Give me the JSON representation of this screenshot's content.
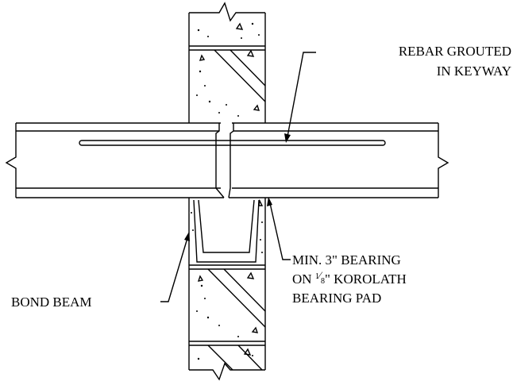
{
  "labels": {
    "rebar_line1": "REBAR GROUTED",
    "rebar_line2": "IN KEYWAY",
    "bearing_line1": "MIN. 3\" BEARING",
    "bearing_line2_pre": "ON ",
    "bearing_frac_num": "1",
    "bearing_frac_den": "8",
    "bearing_line2_post": "\" KOROLATH",
    "bearing_line3": "BEARING PAD",
    "bond_beam": "BOND BEAM"
  }
}
